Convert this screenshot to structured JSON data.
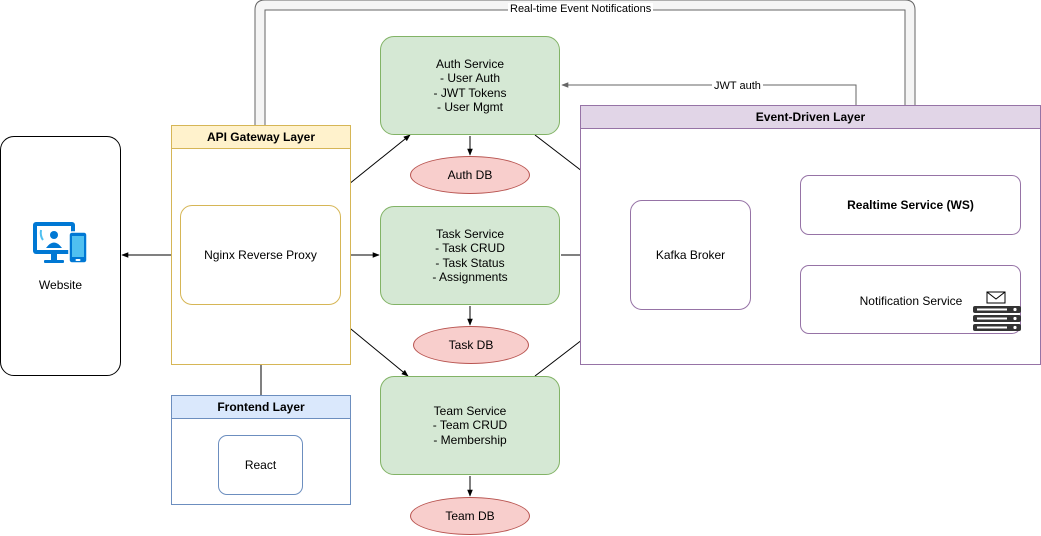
{
  "layers": {
    "api_gateway": "API Gateway Layer",
    "frontend": "Frontend Layer",
    "event_driven": "Event-Driven Layer"
  },
  "nodes": {
    "website": "Website",
    "nginx": "Nginx Reverse Proxy",
    "react": "React",
    "auth_service": {
      "title": "Auth Service",
      "lines": [
        "- User Auth",
        "- JWT Tokens",
        "- User Mgmt"
      ]
    },
    "task_service": {
      "title": "Task Service",
      "lines": [
        "- Task CRUD",
        "- Task Status",
        "- Assignments"
      ]
    },
    "team_service": {
      "title": "Team Service",
      "lines": [
        "- Team CRUD",
        "- Membership"
      ]
    },
    "auth_db": "Auth DB",
    "task_db": "Task DB",
    "team_db": "Team DB",
    "kafka": "Kafka Broker",
    "realtime": "Realtime Service (WS)",
    "notification": "Notification Service"
  },
  "edges": {
    "realtime_notifications": "Real-time Event Notifications",
    "jwt_auth": "JWT auth"
  },
  "icons": {
    "website": "devices-icon",
    "notification": "mail-server-icon"
  },
  "colors": {
    "service_fill": "#d5e8d4",
    "service_stroke": "#82b366",
    "db_fill": "#f8cecc",
    "db_stroke": "#b85450",
    "gateway_header": "#fff2cc",
    "gateway_stroke": "#d6b656",
    "frontend_header": "#dae8fc",
    "frontend_stroke": "#6c8ebf",
    "event_header": "#e1d5e7",
    "event_stroke": "#9673a6",
    "device_icon_blue": "#0078d4"
  }
}
